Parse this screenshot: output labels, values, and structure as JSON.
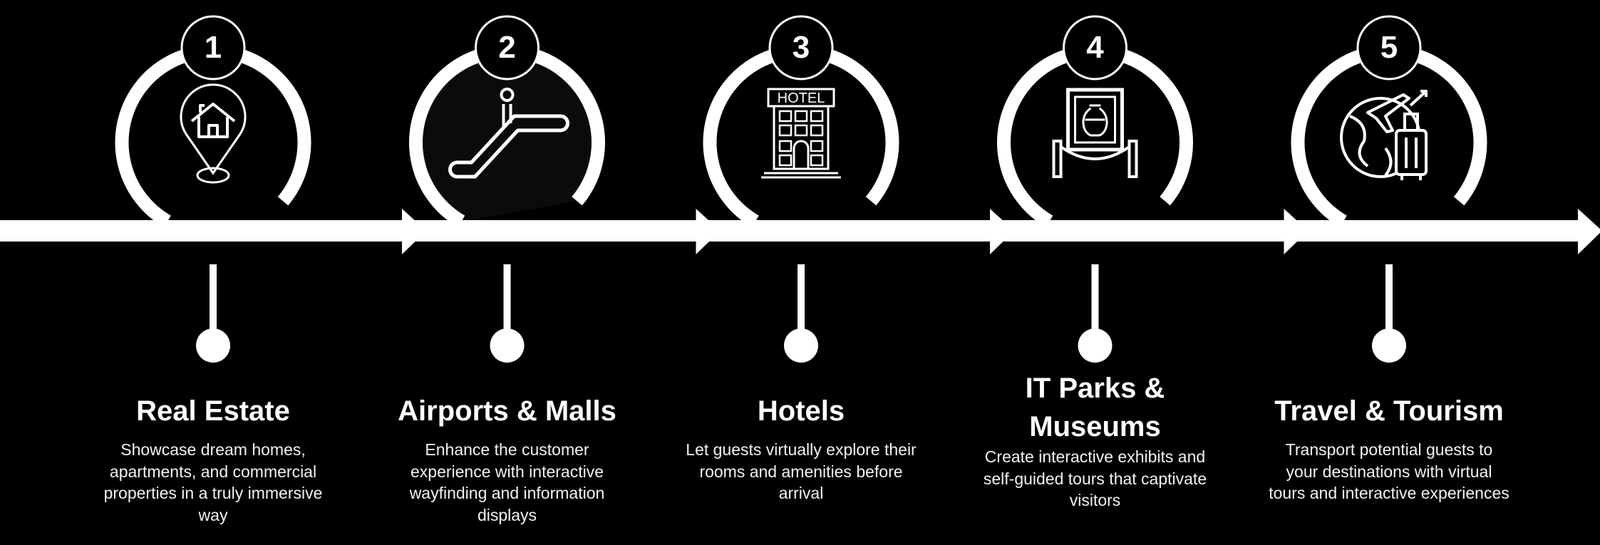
{
  "colors": {
    "background": "#000000",
    "foreground": "#ffffff",
    "step2_fill": "#0b0b0b"
  },
  "steps": [
    {
      "number": "1",
      "icon": "house-location-pin-icon",
      "title": "Real Estate",
      "description": "Showcase dream homes, apartments, and commercial properties in a truly immersive way"
    },
    {
      "number": "2",
      "icon": "escalator-icon",
      "title": "Airports & Malls",
      "description": "Enhance the customer experience with interactive wayfinding and information displays"
    },
    {
      "number": "3",
      "icon": "hotel-building-icon",
      "icon_label": "HOTEL",
      "title": "Hotels",
      "description": "Let guests virtually explore their rooms and amenities before arrival"
    },
    {
      "number": "4",
      "icon": "museum-exhibit-icon",
      "title": "IT Parks & Museums",
      "description": "Create interactive exhibits and self-guided tours that captivate visitors"
    },
    {
      "number": "5",
      "icon": "globe-travel-icon",
      "title": "Travel & Tourism",
      "description": "Transport potential guests to your destinations with virtual tours and interactive experiences"
    }
  ]
}
